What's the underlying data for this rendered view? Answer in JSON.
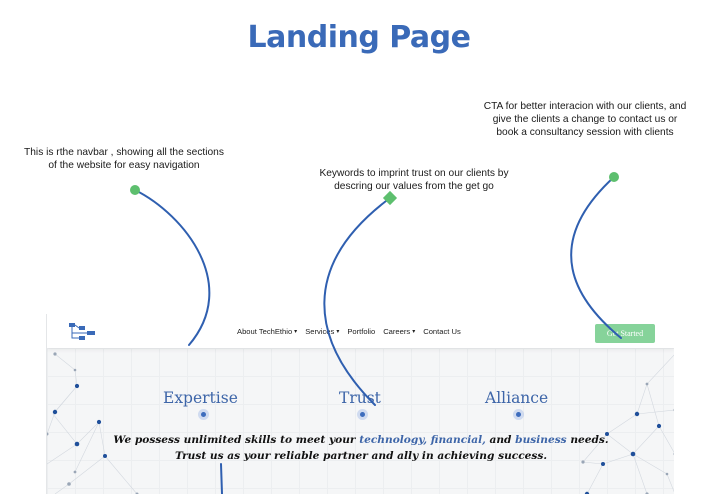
{
  "title": "Landing Page",
  "annotations": {
    "navbar": "This is rthe navbar , showing all the sections\nof the website for easy navigation",
    "trust": "Keywords to imprint trust on our clients by\ndescring our values from the get go",
    "cta": "CTA for better interacion with our clients, and\ngive the clients a change to contact us or\nbook a consultancy session with clients"
  },
  "site": {
    "nav": {
      "items": [
        {
          "label": "About TechEthio",
          "dropdown": true
        },
        {
          "label": "Services",
          "dropdown": true
        },
        {
          "label": "Portfolio",
          "dropdown": false
        },
        {
          "label": "Careers",
          "dropdown": true
        },
        {
          "label": "Contact Us",
          "dropdown": false
        }
      ],
      "cta_label": "Get Started"
    },
    "keywords": [
      "Expertise",
      "Trust",
      "Alliance"
    ],
    "tagline": {
      "line1_part1": "We possess unlimited skills to meet your ",
      "hl1": "technology, financial,",
      "line1_part2": " and ",
      "hl2": "business",
      "line1_part3": " needs.",
      "line2": "Trust us as your reliable partner and ally in achieving success."
    }
  },
  "colors": {
    "title": "#3a6ab8",
    "arrow": "#2f5fb0",
    "marker": "#5dbf6e",
    "keyword": "#3d65a8",
    "cta_button": "#86d39a"
  }
}
